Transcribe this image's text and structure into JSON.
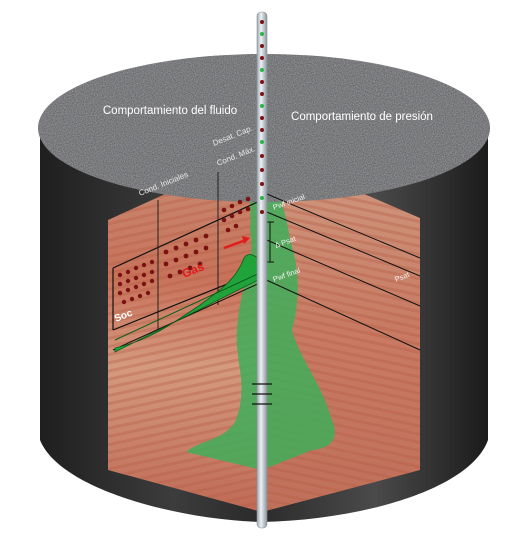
{
  "labels": {
    "left_header": "Comportamiento del fluido",
    "right_header": "Comportamiento de presión",
    "cond_iniciales": "Cond. Iniciales",
    "desat_cap": "Desat. Cap.",
    "cond_max": "Cond. Máx.",
    "gas": "Gas",
    "soc": "Soc",
    "pwf_inicial": "Pwf inicial",
    "delta_p": "Δ Psat",
    "pwf_final": "Pwf final",
    "psat": "Psat"
  },
  "colors": {
    "rock_top": "#6b6b6b",
    "rock_side": "#3a3a3a",
    "reservoir": "#c8806a",
    "fluid_green": "#2db34a",
    "oil_dots": "#7a1212",
    "gas_text": "#e21b1b",
    "pipe": "#d6dde3"
  }
}
